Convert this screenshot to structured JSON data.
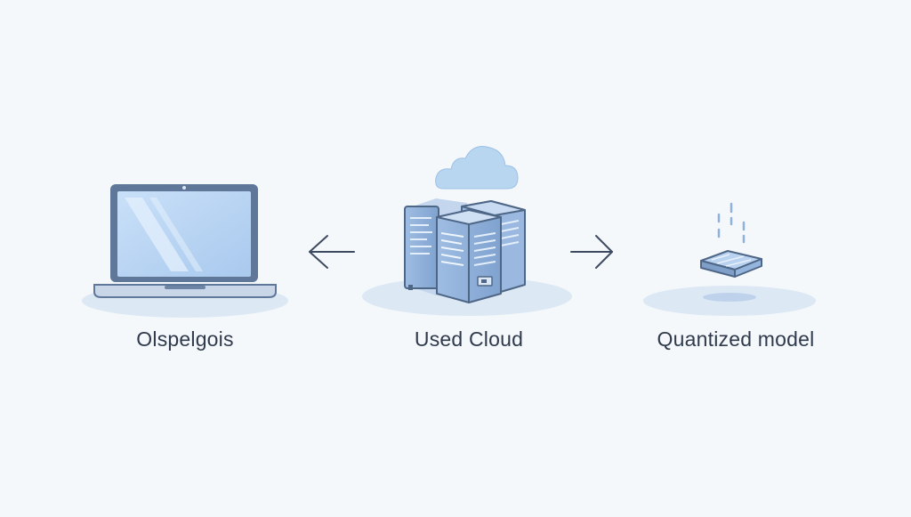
{
  "nodes": {
    "left": {
      "label": "Olspelgois",
      "icon": "laptop-icon"
    },
    "center": {
      "label": "Used Cloud",
      "icon": "server-cloud-icon"
    },
    "right": {
      "label": "Quantized model",
      "icon": "quantized-chip-icon"
    }
  },
  "arrows": {
    "left": {
      "direction": "left",
      "icon": "arrow-left-icon"
    },
    "right": {
      "direction": "right",
      "icon": "arrow-right-icon"
    }
  },
  "colors": {
    "background": "#f5f8fb",
    "accent": "#8fb2dc",
    "outline": "#4f6787",
    "text": "#2f3a4c",
    "cloud": "#b9d6f1"
  }
}
